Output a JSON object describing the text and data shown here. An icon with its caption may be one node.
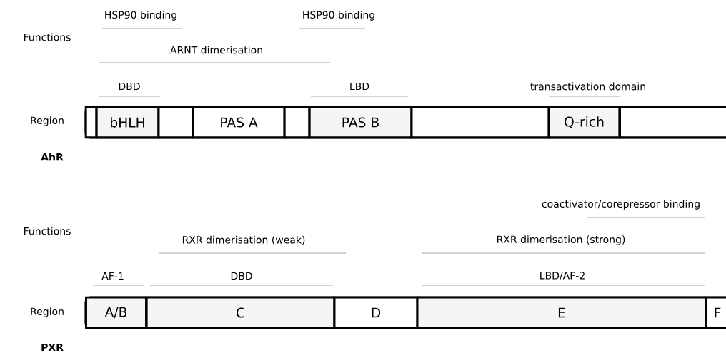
{
  "diagram": {
    "nodes": [
      {
        "text": [],
        "shape": "box"
      },
      {
        "text": [
          "bHLH"
        ]
      },
      {
        "text": [],
        "shape": "box"
      },
      {
        "text": [
          "PAS  A"
        ]
      },
      {
        "text": [],
        "shape": "box"
      },
      {
        "text": [
          "PAS  B"
        ]
      },
      {
        "text": [],
        "shape": "box"
      },
      {
        "text": [
          "Q-rich"
        ]
      },
      {
        "text": [],
        "shape": "box"
      },
      {
        "text": [
          "A/B"
        ]
      },
      {
        "text": [
          "C"
        ]
      },
      {
        "text": [
          "D"
        ]
      },
      {
        "text": [
          "E"
        ]
      },
      {
        "text": [
          "F"
        ]
      }
    ],
    "labels": [
      "HSP90 binding",
      "HSP90 binding",
      "Functions",
      "ARNT dimerisation",
      "DBD",
      "LBD",
      "transactivation domain",
      "Region",
      "AhR",
      "coactivator/corepressor binding",
      "Functions",
      "RXR dimerisation (weak)",
      "RXR dimerisation (strong)",
      "AF-1",
      "DBD",
      "LBD/AF-2",
      "Region",
      "PXR"
    ]
  }
}
